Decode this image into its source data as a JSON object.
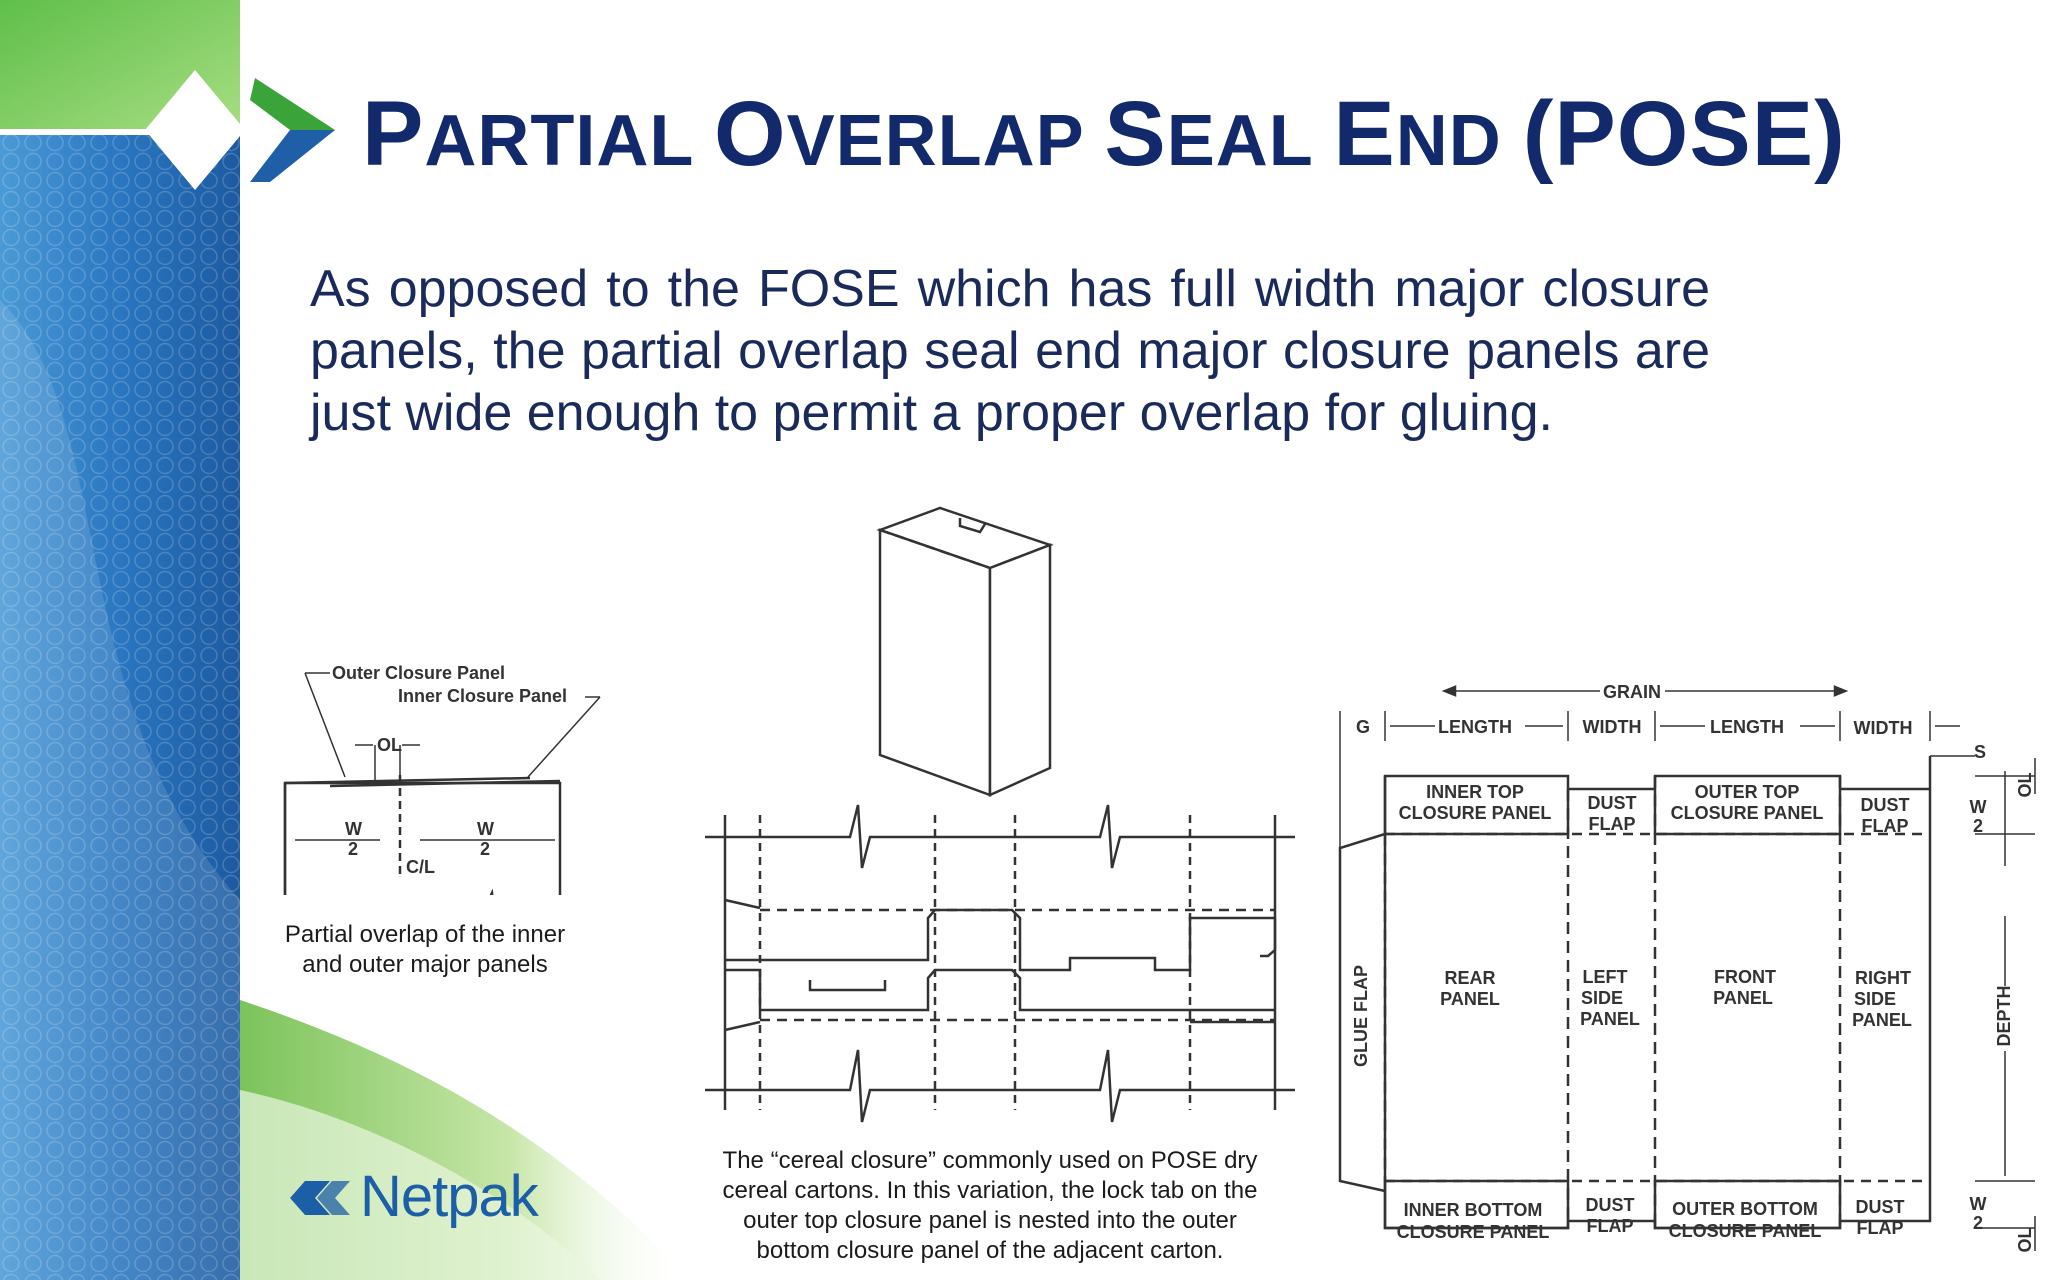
{
  "slide": {
    "title_parts": [
      {
        "big": "P",
        "small": "ARTIAL "
      },
      {
        "big": "O",
        "small": "VERLAP "
      },
      {
        "big": "S",
        "small": "EAL "
      },
      {
        "big": "E",
        "small": "ND "
      },
      {
        "big": "(POSE)",
        "small": ""
      }
    ],
    "body": "As opposed to the FOSE which has full width major closure panels, the partial overlap seal end major closure panels are just wide enough to permit a proper overlap for gluing."
  },
  "logo": {
    "text": "Netpak",
    "icon": "netpak-chevron-icon"
  },
  "left_diagram": {
    "labels": {
      "outer": "Outer Closure Panel",
      "inner": "Inner Closure Panel",
      "ol": "OL",
      "w_num": "W",
      "w_den": "2",
      "cl": "C/L"
    },
    "caption_line1": "Partial overlap of the inner",
    "caption_line2": "and outer major panels"
  },
  "middle_diagram": {
    "caption_line1": "The “cereal closure” commonly used on POSE dry",
    "caption_line2": "cereal cartons. In this variation, the lock tab on the",
    "caption_line3": "outer top closure panel is nested into the outer",
    "caption_line4": "bottom closure panel of the adjacent carton."
  },
  "right_diagram": {
    "grain": "GRAIN",
    "g": "G",
    "length": "LENGTH",
    "width": "WIDTH",
    "s": "S",
    "ol": "OL",
    "w_num": "W",
    "w_den": "2",
    "depth": "DEPTH",
    "glue_flap": "GLUE FLAP",
    "inner_top_1": "INNER TOP",
    "inner_top_2": "CLOSURE PANEL",
    "outer_top_1": "OUTER TOP",
    "outer_top_2": "CLOSURE PANEL",
    "dust_1": "DUST",
    "dust_2": "FLAP",
    "rear_1": "REAR",
    "rear_2": "PANEL",
    "left_1": "LEFT",
    "left_2": "SIDE",
    "left_3": "PANEL",
    "front_1": "FRONT",
    "front_2": "PANEL",
    "right_1": "RIGHT",
    "right_2": "SIDE",
    "right_3": "PANEL",
    "inner_bottom_1": "INNER BOTTOM",
    "inner_bottom_2": "CLOSURE PANEL",
    "outer_bottom_1": "OUTER BOTTOM",
    "outer_bottom_2": "CLOSURE PANEL"
  }
}
